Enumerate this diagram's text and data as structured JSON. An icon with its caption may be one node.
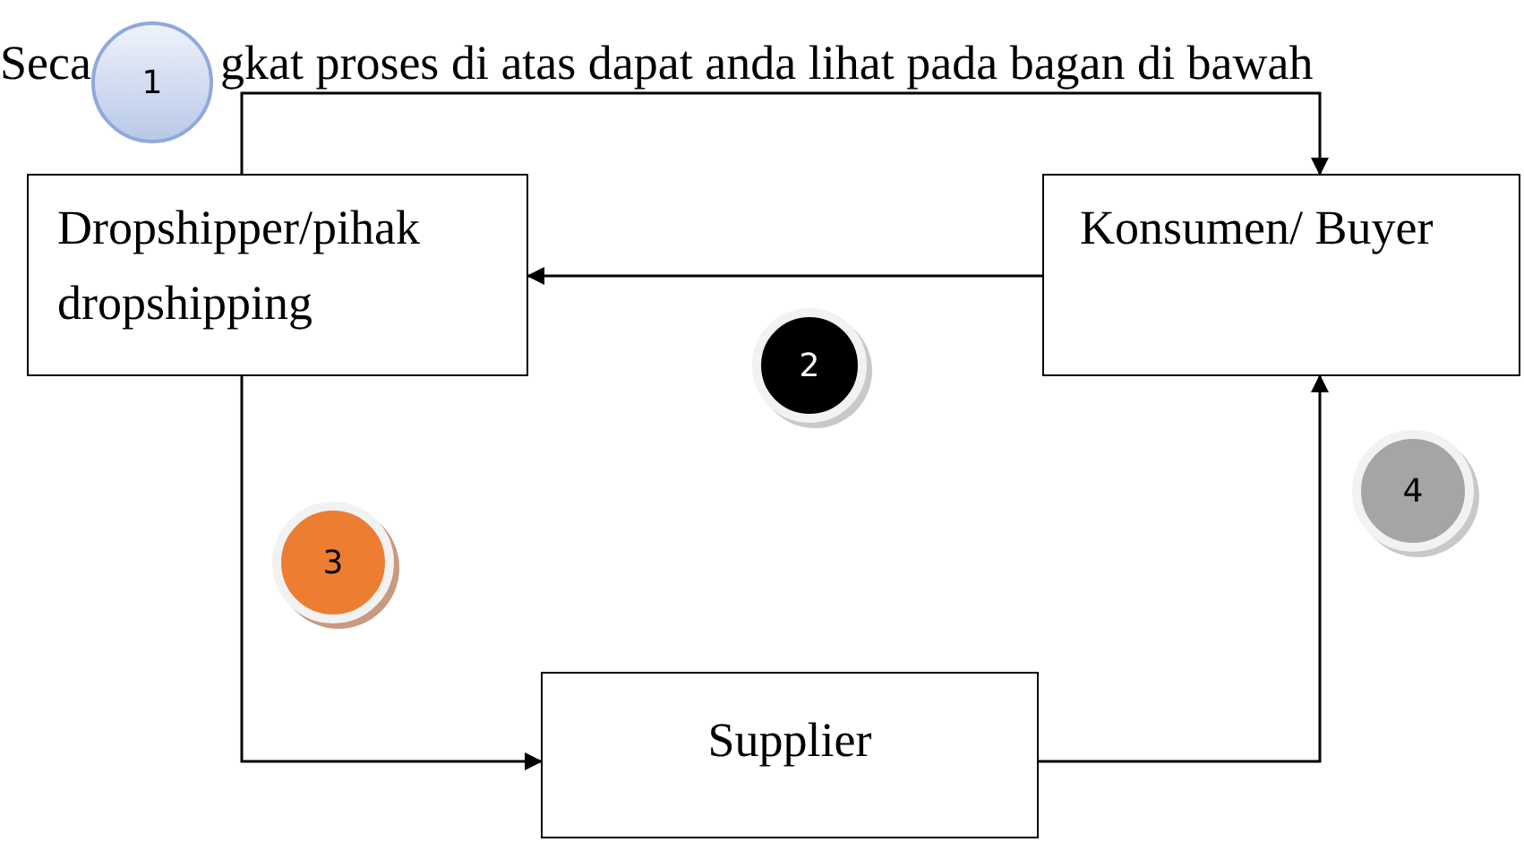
{
  "diagram": {
    "nodes": [
      {
        "text": [
          "Dropshipper/pihak dropshipping"
        ]
      },
      {
        "text": [
          "Konsumen/ Buyer"
        ]
      },
      {
        "text": [
          "Supplier"
        ]
      },
      {
        "text": [
          "1"
        ]
      },
      {
        "text": [
          "2"
        ]
      },
      {
        "text": [
          "3"
        ]
      },
      {
        "text": [
          "4"
        ]
      }
    ],
    "edges": [
      {
        "from": 0,
        "to": 1,
        "arrow": "to"
      },
      {
        "from": 1,
        "to": 0,
        "arrow": "to"
      },
      {
        "from": 0,
        "to": 2,
        "arrow": "to"
      },
      {
        "from": 2,
        "to": 1,
        "arrow": "to"
      }
    ],
    "labels": [
      "Seca",
      "gkat proses di atas dapat anda lihat pada bagan di bawah"
    ]
  }
}
